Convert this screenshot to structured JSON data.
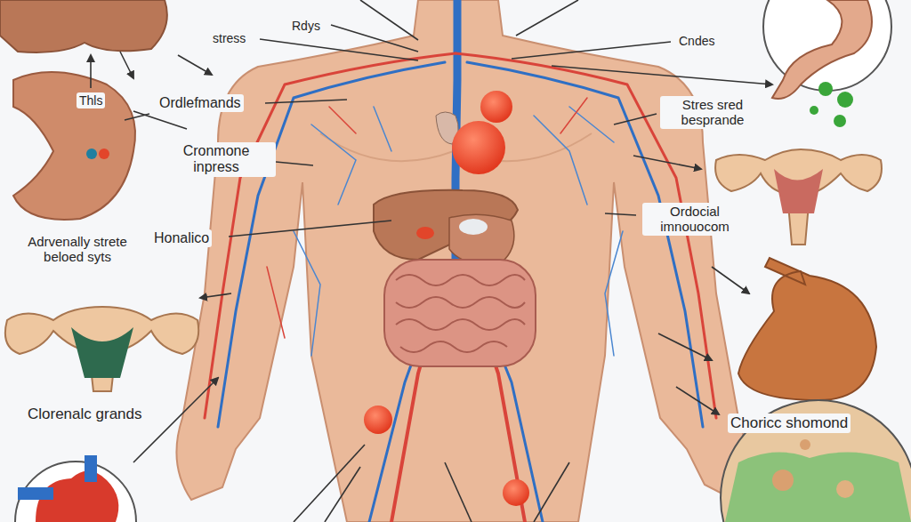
{
  "diagram": {
    "labels": [
      "Rdys",
      "stress",
      "Cndes",
      "Thls",
      "Ordlefmands",
      "Stres sred besprande",
      "Cronmone inpress",
      "Ordocial imnouocom",
      "Honalico",
      "Adrvenally strete beloed syts",
      "Clorenalc grands",
      "Choricc shomond"
    ]
  }
}
